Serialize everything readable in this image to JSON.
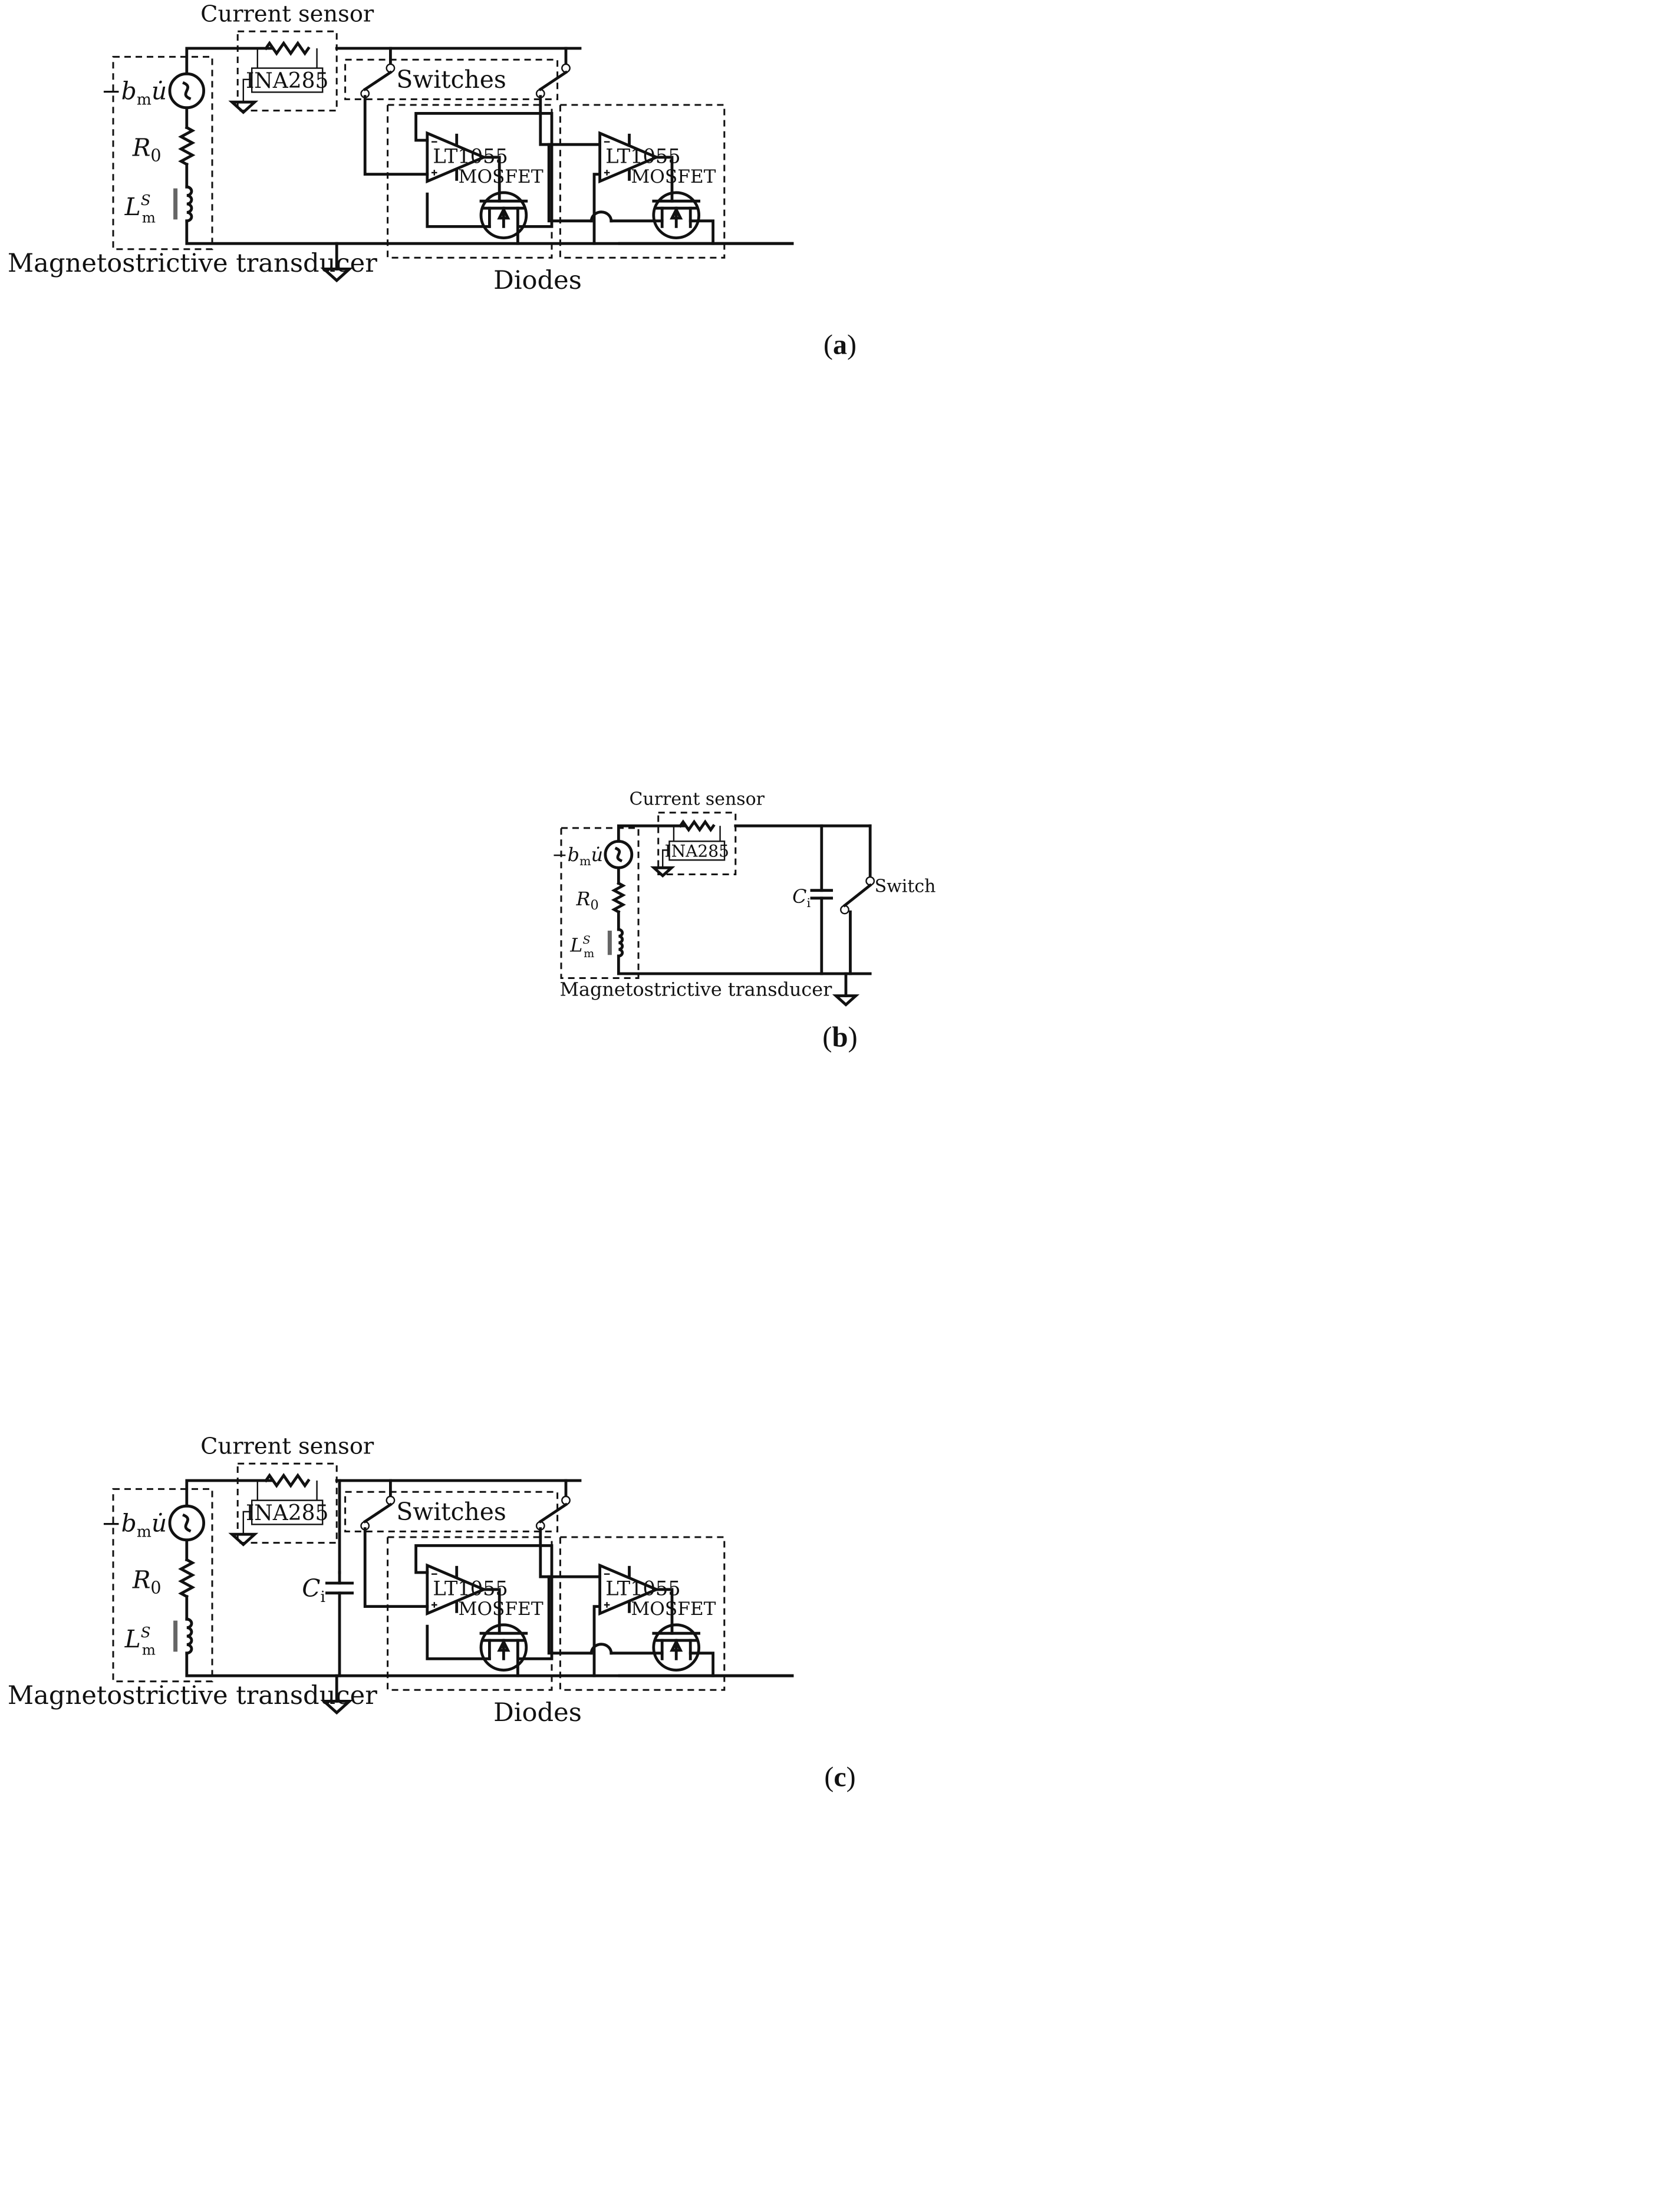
{
  "panels": [
    {
      "id": "a",
      "caption_open": "(",
      "caption_letter": "a",
      "caption_close": ")",
      "current_sensor": "Current sensor",
      "ina": "INA285",
      "switches": "Switches",
      "transducer": "Magnetostrictive transducer",
      "diodes": "Diodes",
      "opamp_1": "LT1055",
      "opamp_2": "LT1055",
      "mosfet_1": "MOSFET",
      "mosfet_2": "MOSFET",
      "source_label": "−bmu̇",
      "resistor_label": "R0",
      "inductor_label": "LSm"
    },
    {
      "id": "b",
      "caption_open": "(",
      "caption_letter": "b",
      "caption_close": ")",
      "current_sensor": "Current sensor",
      "ina": "INA285",
      "switch": "Switch",
      "capacitor_label": "Ci",
      "transducer": "Magnetostrictive transducer",
      "source_label": "−bmu̇",
      "resistor_label": "R0",
      "inductor_label": "LSm"
    },
    {
      "id": "c",
      "caption_open": "(",
      "caption_letter": "c",
      "caption_close": ")",
      "current_sensor": "Current sensor",
      "ina": "INA285",
      "switches": "Switches",
      "capacitor_label": "Ci",
      "transducer": "Magnetostrictive transducer",
      "diodes": "Diodes",
      "opamp_1": "LT1055",
      "opamp_2": "LT1055",
      "mosfet_1": "MOSFET",
      "mosfet_2": "MOSFET",
      "source_label": "−bmu̇",
      "resistor_label": "R0",
      "inductor_label": "LSm"
    }
  ]
}
